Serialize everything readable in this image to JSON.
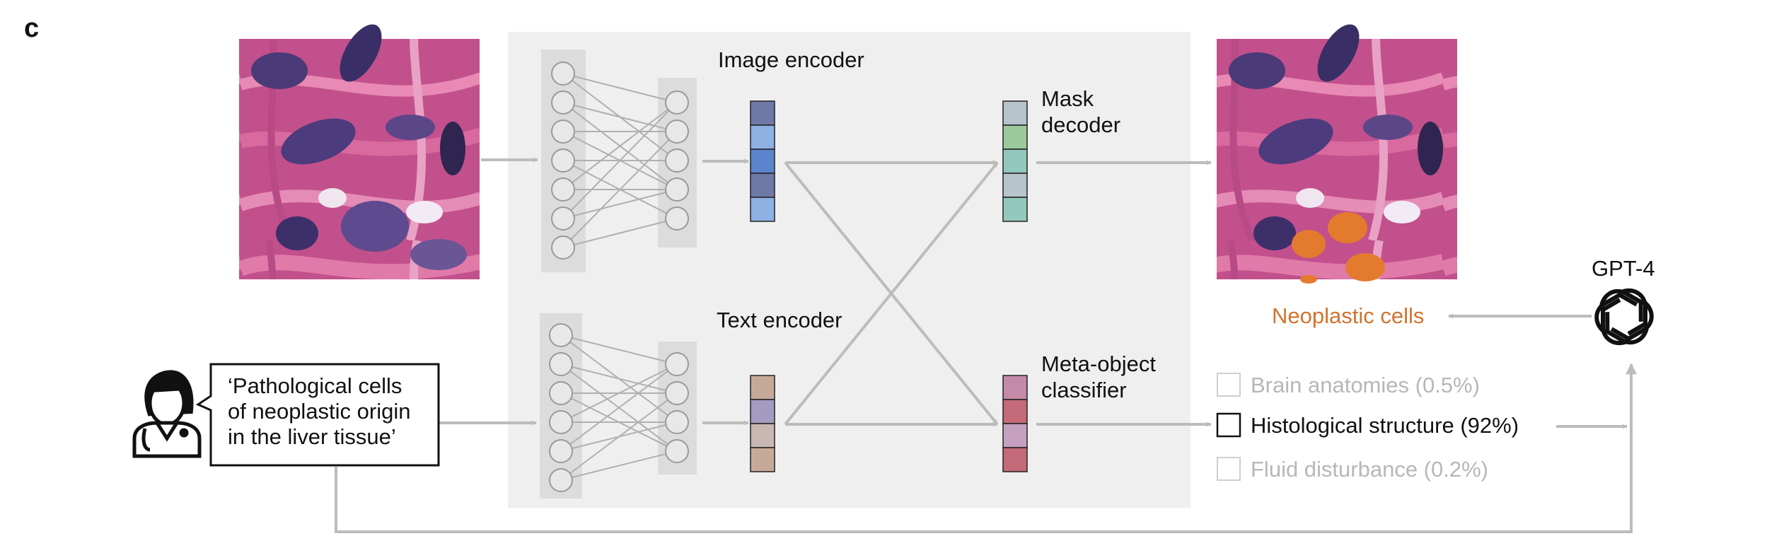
{
  "panel_label": "c",
  "image_encoder_label": "Image encoder",
  "text_encoder_label": "Text encoder",
  "mask_decoder_label": [
    "Mask",
    "decoder"
  ],
  "classifier_label": [
    "Meta-object",
    "classifier"
  ],
  "gpt_label": "GPT-4",
  "result_label": "Neoplastic cells",
  "prompt_lines": [
    "‘Pathological cells",
    "of neoplastic origin",
    "in the liver tissue’"
  ],
  "categories": [
    {
      "label": "Brain anatomies (0.5%)",
      "highlighted": false
    },
    {
      "label": "Histological structure (92%)",
      "highlighted": true
    },
    {
      "label": "Fluid disturbance (0.2%)",
      "highlighted": false
    }
  ],
  "colors": {
    "background_panel": "#efefef",
    "arrow_gray": "#bcbcbc",
    "accent_orange": "#d2732e",
    "muted_text": "#b7b7b7",
    "image_embedding": [
      "#6f79a8",
      "#8fb0e2",
      "#5b84cc",
      "#6f79a8",
      "#8fb0e2"
    ],
    "text_embedding": [
      "#c7a99a",
      "#a39bc2",
      "#c9b7b4",
      "#c7a99a"
    ],
    "mask_embedding": [
      "#b7c4cc",
      "#9dca9c",
      "#93c8bc",
      "#b7c4cc",
      "#93c8bc"
    ],
    "classifier_embedding": [
      "#c48aa8",
      "#c46a78",
      "#c6a0c0",
      "#c46a78"
    ]
  }
}
